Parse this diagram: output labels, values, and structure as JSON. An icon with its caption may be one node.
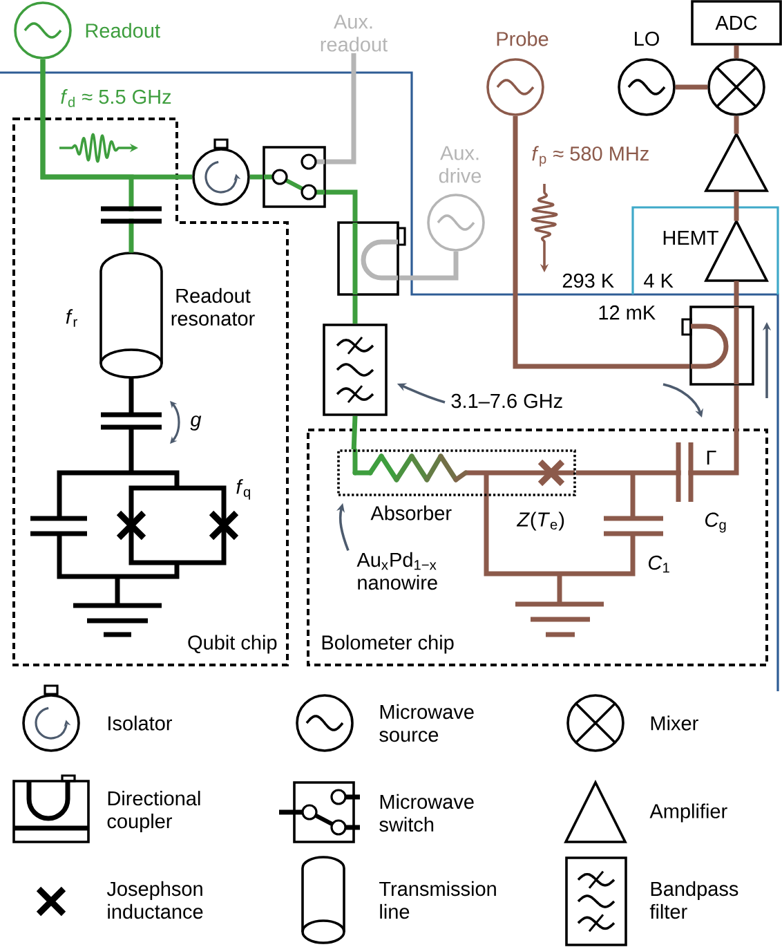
{
  "diagram": {
    "nodes": [
      {
        "text": [],
        "shape": "circle",
        "beside": [
          "Readout"
        ]
      },
      {
        "text": [
          "Aux. readout"
        ]
      },
      {
        "text": [],
        "shape": "circle",
        "beside": [
          "Probe"
        ]
      },
      {
        "text": [],
        "shape": "circle",
        "beside": [
          "LO"
        ]
      },
      {
        "text": [
          "ADC"
        ]
      },
      {
        "text": [],
        "shape": "circle"
      },
      {
        "text": [
          "Qubit chip"
        ]
      },
      {
        "text": [],
        "shape": "circle"
      },
      {
        "text": [],
        "shape": "box"
      },
      {
        "text": [],
        "shape": "triangle"
      },
      {
        "text": [],
        "shape": "circle",
        "beside": [
          "Aux. drive"
        ]
      },
      {
        "text": [],
        "shape": "triangle",
        "beside": [
          "HEMT"
        ]
      },
      {
        "text": [],
        "shape": "box"
      },
      {
        "text": [],
        "shape": "cylinder",
        "in": 6,
        "beside": [
          "Readout resonator",
          "*f*$_{r}$"
        ]
      },
      {
        "text": [],
        "shape": "box"
      },
      {
        "text": [],
        "shape": "box"
      },
      {
        "text": [
          "3.1–7.6 GHz"
        ]
      },
      {
        "text": [
          "Bolometer chip"
        ]
      },
      {
        "text": [],
        "shape": "box",
        "in": 17,
        "beside": [
          "Absorber",
          "*Z*(*T*$_{e}$)"
        ]
      },
      {
        "text": [
          "Au$_{x}$Pd$_{1−x}$ nanowire"
        ],
        "in": 17
      }
    ],
    "edges": [
      {
        "from": 0,
        "to": 7,
        "arrow": "none",
        "color": "#3e9e3e"
      },
      {
        "from": 0,
        "to": 13,
        "arrow": "none",
        "color": "#3e9e3e"
      },
      {
        "from": 7,
        "to": 8,
        "arrow": "none",
        "color": "#3e9e3e"
      },
      {
        "from": 1,
        "to": 8,
        "arrow": "none",
        "color": "#b5b5b5"
      },
      {
        "from": 8,
        "to": 12,
        "arrow": "none",
        "color": "#3e9e3e"
      },
      {
        "from": 10,
        "to": 12,
        "arrow": "none",
        "color": "#b5b5b5"
      },
      {
        "from": 12,
        "to": 15,
        "arrow": "none",
        "color": "#3e9e3e"
      },
      {
        "from": 15,
        "to": 18,
        "arrow": "none",
        "color": "#3e9e3e"
      },
      {
        "from": 18,
        "to": 14,
        "arrow": "none"
      },
      {
        "from": 2,
        "to": 14,
        "arrow": "none"
      },
      {
        "from": 14,
        "to": 11,
        "arrow": "none"
      },
      {
        "from": 11,
        "to": 9,
        "arrow": "none"
      },
      {
        "from": 9,
        "to": 5,
        "arrow": "none"
      },
      {
        "from": 3,
        "to": 5,
        "arrow": "none"
      },
      {
        "from": 5,
        "to": 4,
        "arrow": "none"
      },
      {
        "from": 19,
        "to": 18,
        "arrow": "to",
        "color": "#4d5b6e"
      },
      {
        "from": 16,
        "to": 15,
        "arrow": "to",
        "color": "#4d5b6e"
      }
    ],
    "labels": [
      "*f*$_{d}$ ≈ 5.5 GHz",
      "*f*$_{p}$ ≈ 580 MHz",
      "293 K",
      "4 K",
      "12 mK",
      "g",
      "Γ",
      "*f*$_{q}$",
      "*C*$_{g}$",
      "*C*$_{1}$"
    ],
    "legend": [
      {
        "text": "Isolator"
      },
      {
        "text": "Microwave source"
      },
      {
        "text": "Mixer"
      },
      {
        "text": "Directional coupler"
      },
      {
        "text": "Microwave switch"
      },
      {
        "text": "Amplifier"
      },
      {
        "text": "Josephson inductance"
      },
      {
        "text": "Transmission line"
      },
      {
        "text": "Bandpass filter"
      }
    ]
  }
}
